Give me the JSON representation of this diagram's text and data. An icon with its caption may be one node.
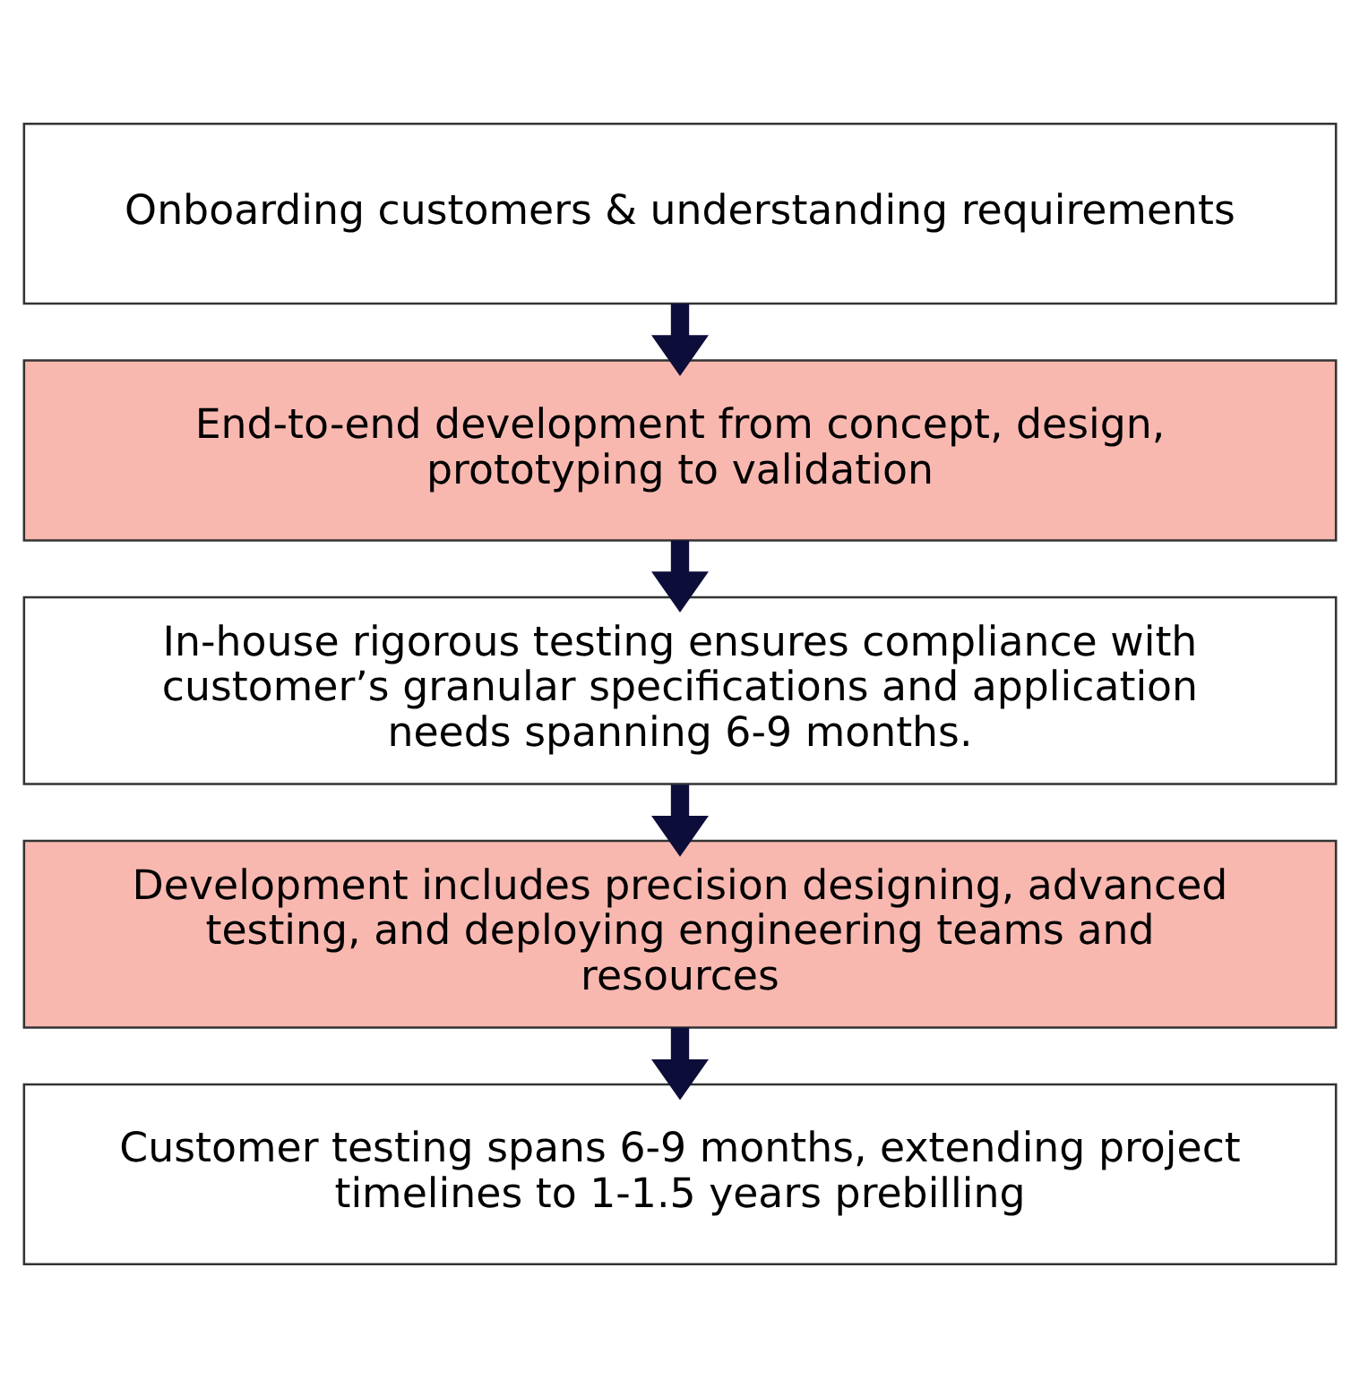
{
  "diagram": {
    "nodes": [
      {
        "text": [
          "Onboarding customers & understanding requirements"
        ]
      },
      {
        "text": [
          "End-to-end development from concept, design, prototyping to validation"
        ]
      },
      {
        "text": [
          "In-house rigorous testing ensures compliance with customer’s granular specifications and application needs spanning 6-9 months."
        ]
      },
      {
        "text": [
          "Development includes precision designing, advanced testing, and deploying engineering teams and resources"
        ]
      },
      {
        "text": [
          "Customer testing spans 6-9 months, extending project timelines to 1-1.5 years prebilling"
        ]
      }
    ],
    "edges": [
      {
        "from": 0,
        "to": 1,
        "arrow": "to"
      },
      {
        "from": 1,
        "to": 2,
        "arrow": "to"
      },
      {
        "from": 2,
        "to": 3,
        "arrow": "to"
      },
      {
        "from": 3,
        "to": 4,
        "arrow": "to"
      }
    ]
  }
}
